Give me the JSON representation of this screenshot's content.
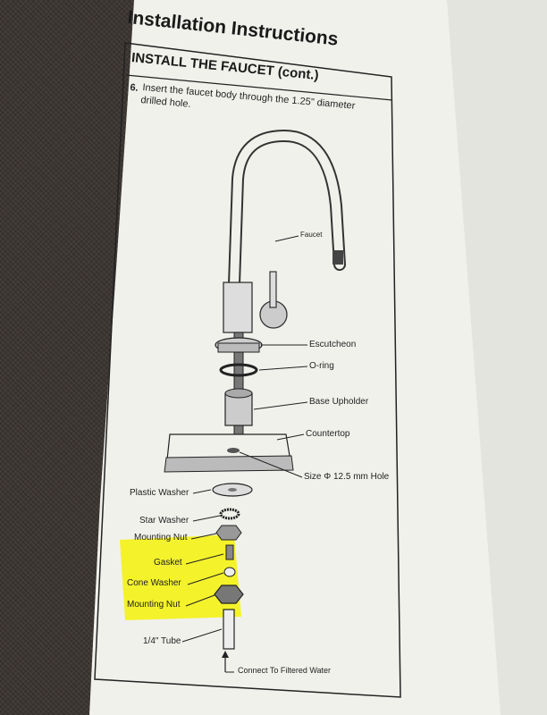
{
  "header": {
    "title": "Installation Instructions",
    "section": "INSTALL THE FAUCET (cont.)"
  },
  "step": {
    "number": "6.",
    "text_line1": "Insert the faucet body through the 1.25\" diameter",
    "text_line2": "drilled hole."
  },
  "labels": {
    "faucet": "Faucet",
    "escutcheon": "Escutcheon",
    "oring": "O-ring",
    "base_upholder": "Base Upholder",
    "countertop": "Countertop",
    "hole_size": "Size Φ 12.5 mm Hole",
    "plastic_washer": "Plastic Washer",
    "star_washer": "Star Washer",
    "mounting_nut_1": "Mounting Nut",
    "gasket": "Gasket",
    "cone_washer": "Cone Washer",
    "mounting_nut_2": "Mounting Nut",
    "tube": "1/4\" Tube",
    "connect": "Connect To Filtered Water"
  },
  "colors": {
    "highlight": "#f4f21a",
    "paper": "#f3f3ef",
    "background": "#3a3430"
  }
}
